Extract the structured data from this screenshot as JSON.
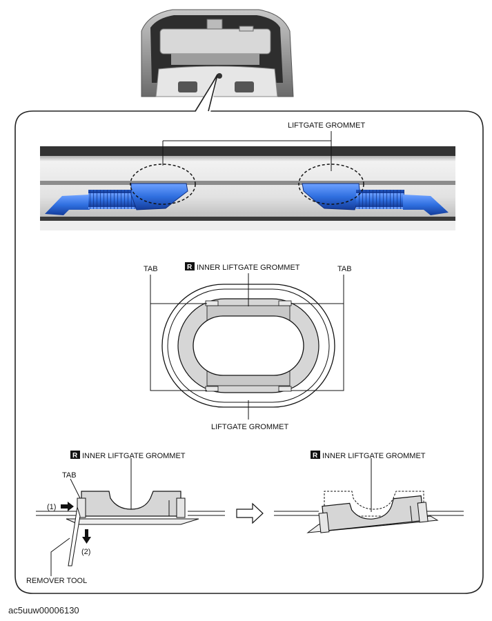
{
  "labels": {
    "liftgate_grommet_top": "LIFTGATE GROMMET",
    "tab_left": "TAB",
    "tab_right": "TAB",
    "inner_grommet_badge": "R",
    "inner_grommet_mid": "INNER LIFTGATE GROMMET",
    "liftgate_grommet_mid": "LIFTGATE GROMMET",
    "inner_grommet_bl": "INNER LIFTGATE GROMMET",
    "inner_grommet_br": "INNER LIFTGATE GROMMET",
    "tab_bl": "TAB",
    "step_1": "(1)",
    "step_2": "(2)",
    "remover_tool": "REMOVER TOOL"
  },
  "caption": "ac5uuw00006130",
  "colors": {
    "grommet_blue": "#2f6fe0",
    "grommet_dark_blue": "#143c9a",
    "part_gray": "#d6d6d6",
    "outline": "#1a1a1a"
  }
}
